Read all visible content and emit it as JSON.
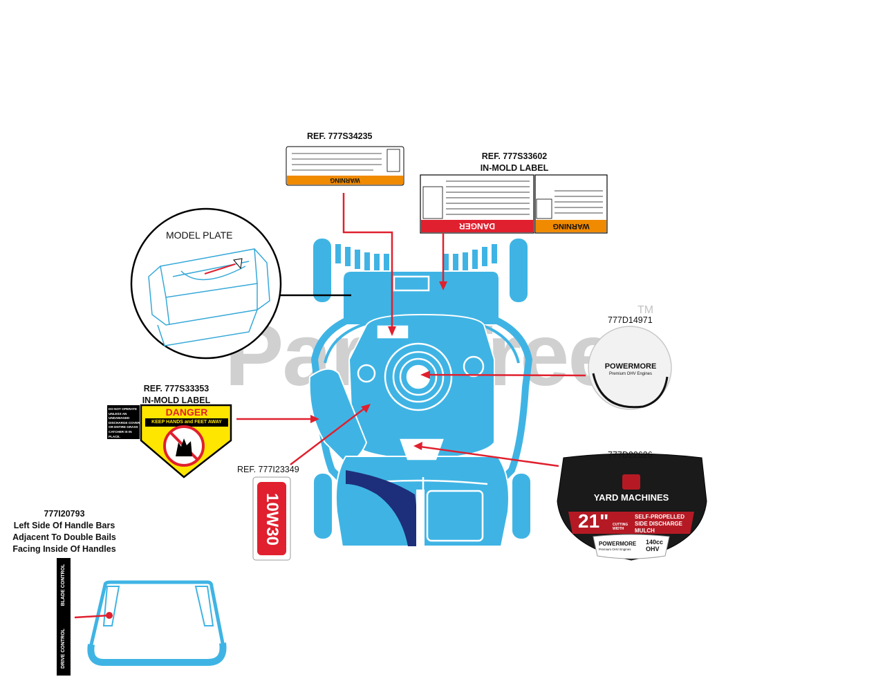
{
  "watermark": "PartsTree",
  "watermark_tm": "TM",
  "labels": {
    "ref_warning_top": "REF. 777S34235",
    "ref_danger_inmold_line1": "REF. 777S33602",
    "ref_danger_inmold_line2": "IN-MOLD LABEL",
    "model_plate": "MODEL PLATE",
    "powermore_badge_part": "777D14971",
    "ref_side_danger_line1": "REF. 777S33353",
    "ref_side_danger_line2": "IN-MOLD LABEL",
    "ref_oil": "REF. 777I23349",
    "yard_machines_part": "777D22626",
    "handle_note": [
      "777I20793",
      "Left Side Of Handle Bars",
      "Adjacent To Double Bails",
      "Facing Inside Of Handles"
    ]
  },
  "decals": {
    "warning": "WARNING",
    "danger": "DANGER",
    "keep_hands": "KEEP HANDS and FEET AWAY",
    "do_not_operate": [
      "DO NOT OPERATE",
      "UNLESS AN",
      "UNDAMAGED",
      "DISCHARGE COVER",
      "OR ENTIRE GRASS",
      "CATCHER IS IN",
      "PLACE."
    ],
    "oil": "10W30",
    "powermore": "POWERMORE",
    "premium_ohv": "Premium OHV Engines",
    "yard_machines": "YARD MACHINES",
    "size": "21\"",
    "cutting_width": "CUTTING WIDTH",
    "self_propelled": "SELF-PROPELLED",
    "side_discharge": "SIDE DISCHARGE",
    "mulch": "MULCH",
    "cc": "140cc",
    "ohv": "OHV",
    "blade_control": "BLADE CONTROL",
    "drive_control": "DRIVE CONTROL"
  },
  "colors": {
    "mower_blue": "#3fb4e4",
    "mower_dark": "#1d2f7a",
    "callout_red": "#e0202e",
    "warning_orange": "#f08a00",
    "danger_yellow": "#ffe600"
  }
}
